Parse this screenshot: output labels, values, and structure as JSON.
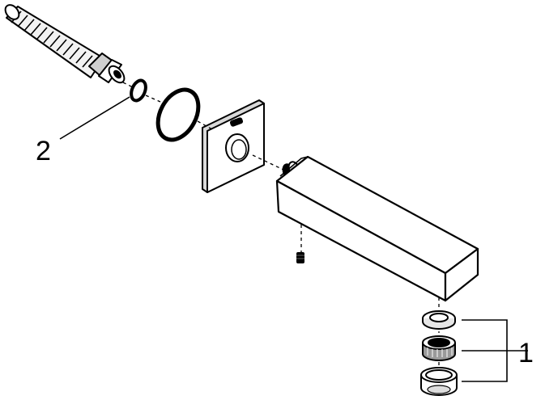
{
  "diagram": {
    "callouts": [
      {
        "id": "callout-1",
        "text": "1"
      },
      {
        "id": "callout-2",
        "text": "2"
      }
    ],
    "colors": {
      "stroke": "#000000",
      "fill_light": "#ffffff",
      "fill_shade": "#e6e6e6",
      "fill_dark": "#9a9a9a"
    }
  }
}
